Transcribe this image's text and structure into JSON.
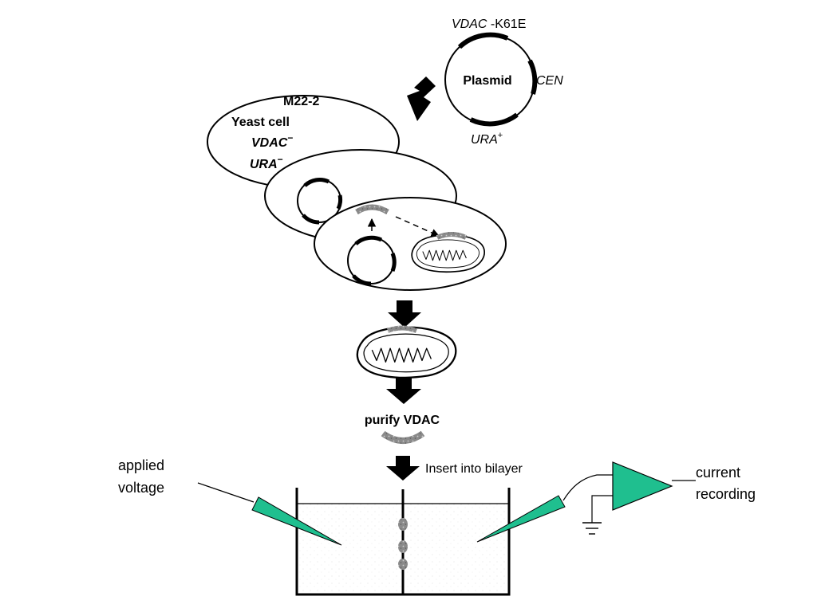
{
  "plasmid": {
    "gene_name": "VDAC",
    "gene_suffix": " -K61E",
    "center_label": "Plasmid",
    "cen_label": "CEN",
    "ura_label": "URA",
    "ura_sup": "+"
  },
  "yeast": {
    "strain": "M22-2",
    "cell_label": "Yeast cell",
    "vdac_label": "VDAC",
    "vdac_sup": "−",
    "ura_label": "URA",
    "ura_sup": "−"
  },
  "steps": {
    "purify": "purify VDAC",
    "insert": "Insert into bilayer"
  },
  "setup": {
    "applied_line1": "applied",
    "applied_line2": "voltage",
    "current_line1": "current",
    "current_line2": "recording"
  },
  "colors": {
    "electrode": "#1fbf8f",
    "gene_band": "#888888",
    "line": "#000000"
  }
}
